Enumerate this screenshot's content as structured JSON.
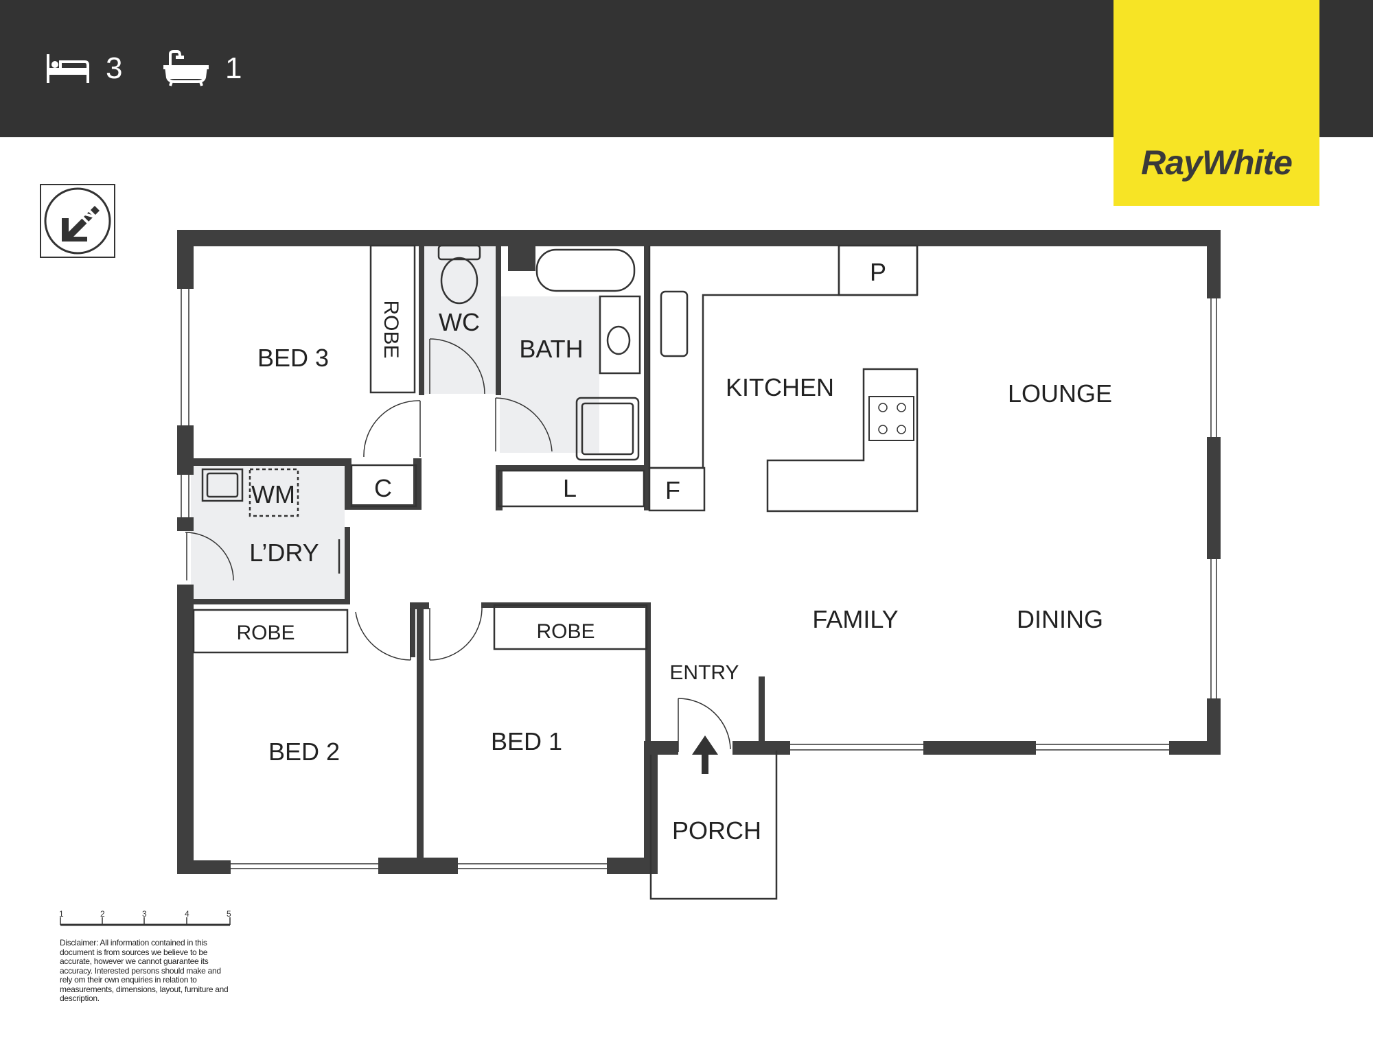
{
  "header": {
    "bedrooms": "3",
    "bathrooms": "1",
    "bed_icon": "bed-icon",
    "bath_icon": "bath-icon",
    "bar_color": "#333333"
  },
  "logo": {
    "text": "RayWhite",
    "background": "#f7e425"
  },
  "compass": {
    "icon": "north-arrow-icon",
    "letter": "N"
  },
  "rooms": {
    "bed3": "BED 3",
    "robe_bed3": "ROBE",
    "wc": "WC",
    "bath": "BATH",
    "kitchen": "KITCHEN",
    "pantry": "P",
    "lounge": "LOUNGE",
    "cupboard": "C",
    "linen": "L",
    "fridge": "F",
    "wm": "WM",
    "laundry": "L’DRY",
    "robe_bed2": "ROBE",
    "robe_bed1": "ROBE",
    "family": "FAMILY",
    "dining": "DINING",
    "entry": "ENTRY",
    "bed2": "BED 2",
    "bed1": "BED 1",
    "porch": "PORCH"
  },
  "scale": {
    "ticks": [
      "1",
      "2",
      "3",
      "4",
      "5"
    ]
  },
  "disclaimer": "Disclaimer: All information contained in this document is from sources we believe to be accurate, however we cannot guarantee its accuracy. Interested persons should make and rely om their own enquiries in relation to measurements, dimensions, layout, furniture and description."
}
